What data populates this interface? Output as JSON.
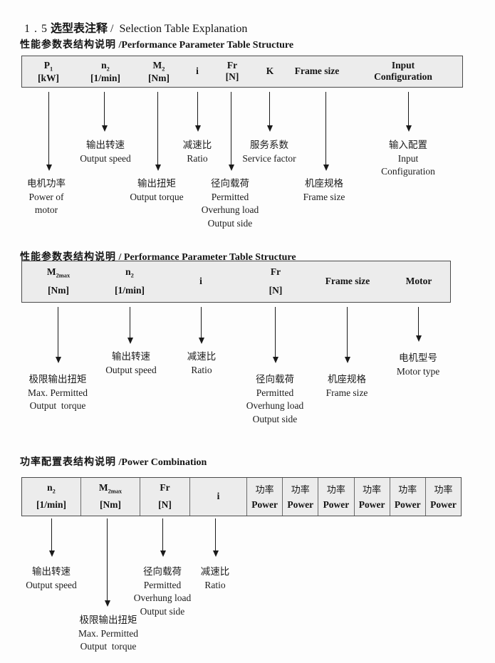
{
  "title": {
    "number": "1 . 5",
    "zh": "选型表注释",
    "en": "/  Selection Table Explanation"
  },
  "colors": {
    "table_bg": "#ececec",
    "table_border": "#4a4a4a",
    "text": "#141414"
  },
  "sections": [
    {
      "heading": {
        "zh": "性能参数表结构说明",
        "en": " /Performance Parameter Table Structure"
      },
      "table": {
        "cells": [
          {
            "sym": "P",
            "sub": "1",
            "unit": "[kW]"
          },
          {
            "sym": "n",
            "sub": "2",
            "unit": "[1/min]"
          },
          {
            "sym": "M",
            "sub": "2",
            "unit": "[Nm]"
          },
          {
            "sym": "i"
          },
          {
            "sym": "Fr",
            "unit": "[N]"
          },
          {
            "sym": "K"
          },
          {
            "sym": "Frame size"
          },
          {
            "sym": "Input",
            "unit": "Configuration"
          }
        ]
      },
      "labels": [
        {
          "lines": [
            "电机功率",
            "Power of",
            "motor"
          ]
        },
        {
          "lines": [
            "输出转速",
            "Output speed"
          ]
        },
        {
          "lines": [
            "输出扭矩",
            "Output torque"
          ]
        },
        {
          "lines": [
            "减速比",
            "Ratio"
          ]
        },
        {
          "lines": [
            "径向载荷",
            "Permitted",
            "Overhung load",
            "Output side"
          ]
        },
        {
          "lines": [
            "服务系数",
            "Service factor"
          ]
        },
        {
          "lines": [
            "机座规格",
            "Frame size"
          ]
        },
        {
          "lines": [
            "输入配置",
            "Input",
            "Configuration"
          ]
        }
      ]
    },
    {
      "heading": {
        "zh": "性能参数表结构说明",
        "en": " / Performance Parameter Table Structure"
      },
      "table": {
        "cells": [
          {
            "sym": "M",
            "sub": "2max",
            "unit": "[Nm]"
          },
          {
            "sym": "n",
            "sub": "2",
            "unit": "[1/min]"
          },
          {
            "sym": "i"
          },
          {
            "sym": "Fr",
            "unit": "[N]"
          },
          {
            "sym": "Frame size"
          },
          {
            "sym": "Motor"
          }
        ]
      },
      "labels": [
        {
          "lines": [
            "极限输出扭矩",
            "Max. Permitted",
            "Output  torque"
          ]
        },
        {
          "lines": [
            "输出转速",
            "Output speed"
          ]
        },
        {
          "lines": [
            "减速比",
            "Ratio"
          ]
        },
        {
          "lines": [
            "径向载荷",
            "Permitted",
            "Overhung load",
            "Output side"
          ]
        },
        {
          "lines": [
            "机座规格",
            "Frame size"
          ]
        },
        {
          "lines": [
            "电机型号",
            "Motor type"
          ]
        }
      ]
    },
    {
      "heading": {
        "zh": "功率配置表结构说明",
        "en": " /Power Combination"
      },
      "table": {
        "cells": [
          {
            "sym": "n",
            "sub": "2",
            "unit": "[1/min]"
          },
          {
            "sym": "M",
            "sub": "2max",
            "unit": "[Nm]"
          },
          {
            "sym": "Fr",
            "unit": "[N]"
          },
          {
            "sym": "i"
          },
          {
            "zh": "功率",
            "en": "Power"
          },
          {
            "zh": "功率",
            "en": "Power"
          },
          {
            "zh": "功率",
            "en": "Power"
          },
          {
            "zh": "功率",
            "en": "Power"
          },
          {
            "zh": "功率",
            "en": "Power"
          },
          {
            "zh": "功率",
            "en": "Power"
          }
        ]
      },
      "labels": [
        {
          "lines": [
            "输出转速",
            "Output speed"
          ]
        },
        {
          "lines": [
            "极限输出扭矩",
            "Max. Permitted",
            "Output  torque"
          ]
        },
        {
          "lines": [
            "径向载荷",
            "Permitted",
            "Overhung load",
            "Output side"
          ]
        },
        {
          "lines": [
            "减速比",
            "Ratio"
          ]
        }
      ]
    }
  ]
}
